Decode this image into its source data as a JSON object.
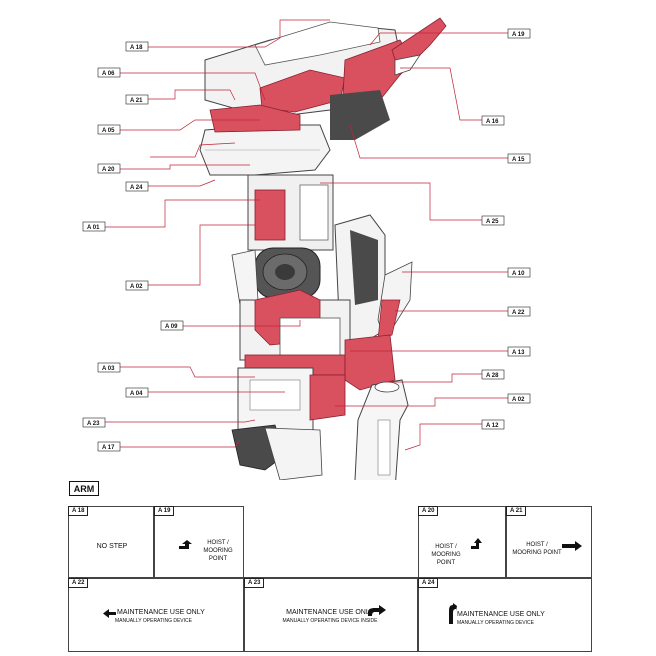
{
  "callouts": [
    {
      "id": "A 18",
      "side": "left"
    },
    {
      "id": "A 06",
      "side": "left"
    },
    {
      "id": "A 21",
      "side": "left"
    },
    {
      "id": "A 05",
      "side": "left"
    },
    {
      "id": "A 20",
      "side": "left"
    },
    {
      "id": "A 24",
      "side": "left"
    },
    {
      "id": "A 01",
      "side": "left"
    },
    {
      "id": "A 02",
      "side": "left"
    },
    {
      "id": "A 09",
      "side": "left"
    },
    {
      "id": "A 03",
      "side": "left"
    },
    {
      "id": "A 04",
      "side": "left"
    },
    {
      "id": "A 23",
      "side": "left"
    },
    {
      "id": "A 17",
      "side": "left"
    },
    {
      "id": "A 19",
      "side": "right"
    },
    {
      "id": "A 16",
      "side": "right"
    },
    {
      "id": "A 15",
      "side": "right"
    },
    {
      "id": "A 25",
      "side": "right"
    },
    {
      "id": "A 10",
      "side": "right"
    },
    {
      "id": "A 22",
      "side": "right"
    },
    {
      "id": "A 13",
      "side": "right"
    },
    {
      "id": "A 28",
      "side": "right"
    },
    {
      "id": "A 02",
      "side": "right"
    },
    {
      "id": "A 12",
      "side": "right"
    }
  ],
  "section_title": "ARM",
  "cells": [
    {
      "id": "A 18",
      "text": "NO STEP",
      "sub": "",
      "icon": ""
    },
    {
      "id": "A 19",
      "text": "HOIST /",
      "sub": "MOORING POINT",
      "icon": "arrow-up-left-icon"
    },
    {
      "id": "A 20",
      "text": "HOIST /",
      "sub": "MOORING POINT",
      "icon": "arrow-up-right-icon"
    },
    {
      "id": "A 21",
      "text": "HOIST /",
      "sub": "MOORING POINT",
      "icon": "arrow-right-icon"
    },
    {
      "id": "A 22",
      "text": "MAINTENANCE USE ONLY",
      "sub": "MANUALLY OPERATING DEVICE",
      "icon": "arrow-left-icon"
    },
    {
      "id": "A 23",
      "text": "MAINTENANCE USE ONLY",
      "sub": "MANUALLY OPERATING DEVICE INSIDE",
      "icon": "arrow-curve-right-icon"
    },
    {
      "id": "A 24",
      "text": "MAINTENANCE USE ONLY",
      "sub": "MANUALLY OPERATING DEVICE",
      "icon": "arrow-curve-up-icon"
    }
  ],
  "colors": {
    "accent": "#d9505f",
    "accent_dark": "#b03040",
    "panel": "#f1f1f1",
    "dark": "#4a4a4a"
  }
}
